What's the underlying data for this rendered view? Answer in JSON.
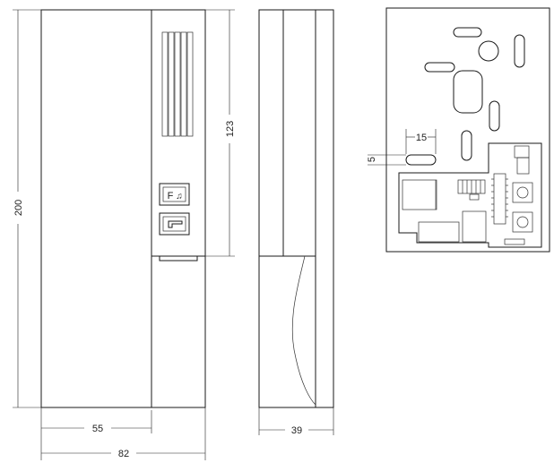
{
  "dimensions": {
    "total_height": "200",
    "slot_height": "123",
    "front_inner_width": "55",
    "front_total_width": "82",
    "side_depth": "39",
    "hole_spacing": "15",
    "hole_height": "5"
  },
  "buttons": {
    "f_key": "F",
    "symbol_key": "♫"
  }
}
